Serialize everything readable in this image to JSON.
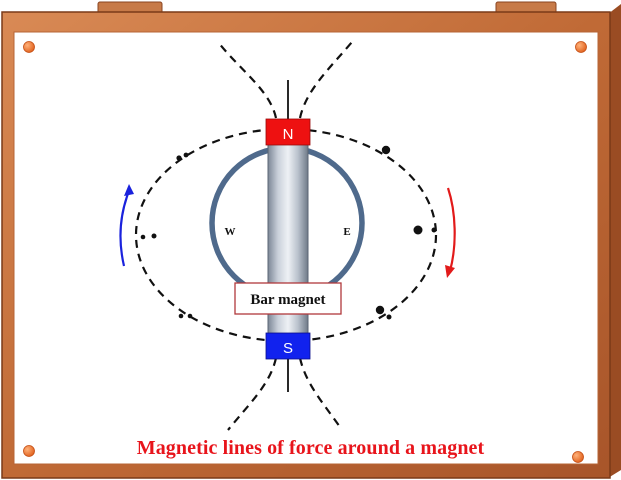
{
  "labels": {
    "north": "N",
    "south": "S",
    "west": "W",
    "east": "E",
    "magnet": "Bar magnet"
  },
  "caption": "Magnetic lines of force around a magnet",
  "colors": {
    "board_wood": "#c9713e",
    "board_wood_dark": "#8a4420",
    "board_inner": "#ffffff",
    "pin": "#f07a2c",
    "north_pole": "#ee1111",
    "south_pole": "#1122ee",
    "ring": "#4f6a8c",
    "field_line": "#111111",
    "left_arrow": "#1a22dd",
    "right_arrow": "#e21a1a",
    "caption": "#e8141b"
  },
  "icons": [
    "pin-icon",
    "curved-arrow-icon"
  ]
}
